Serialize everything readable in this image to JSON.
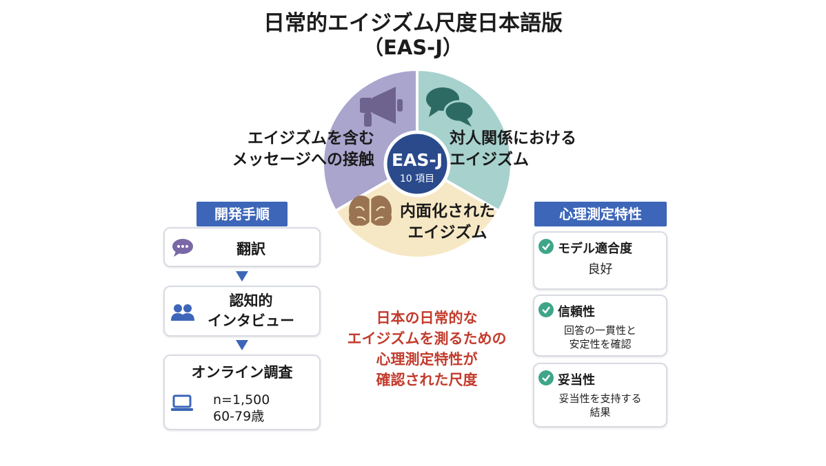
{
  "title": {
    "line1": "日常的エイジズム尺度日本語版",
    "line2": "（EAS-J）"
  },
  "center": {
    "name": "EAS-J",
    "items": "10 項目"
  },
  "segments": {
    "exposure": {
      "line1": "エイジズムを含む",
      "line2": "メッセージへの接触",
      "icon": "megaphone-icon",
      "color": "#aaa5cd"
    },
    "interpersonal": {
      "line1": "対人関係における",
      "line2": "エイジズム",
      "icon": "speech-bubbles-icon",
      "color": "#a6d1cd"
    },
    "internalized": {
      "line1": "内面化された",
      "line2": "エイジズム",
      "icon": "brain-icon",
      "color": "#f7e8c5"
    }
  },
  "development": {
    "header": "開発手順",
    "steps": [
      {
        "title": "翻訳",
        "icon": "chat-bubble-icon"
      },
      {
        "title_line1": "認知的",
        "title_line2": "インタビュー",
        "icon": "people-icon"
      },
      {
        "title": "オンライン調査",
        "icon": "laptop-icon",
        "detail_line1": "n=1,500",
        "detail_line2": "60-79歳"
      }
    ]
  },
  "properties": {
    "header": "心理測定特性",
    "items": [
      {
        "title": "モデル適合度",
        "desc_line1": "良好"
      },
      {
        "title": "信頼性",
        "desc_line1": "回答の一貫性と",
        "desc_line2": "安定性を確認"
      },
      {
        "title": "妥当性",
        "desc_line1": "妥当性を支持する",
        "desc_line2": "結果"
      }
    ]
  },
  "message": {
    "line1": "日本の日常的な",
    "line2": "エイジズムを測るための",
    "line3": "心理測定特性が",
    "line4": "確認された尺度"
  },
  "colors": {
    "accent_blue": "#3d66b8",
    "message_red": "#c23b2c",
    "check_green": "#3fa58a",
    "center_navy": "#2a4a8c"
  }
}
